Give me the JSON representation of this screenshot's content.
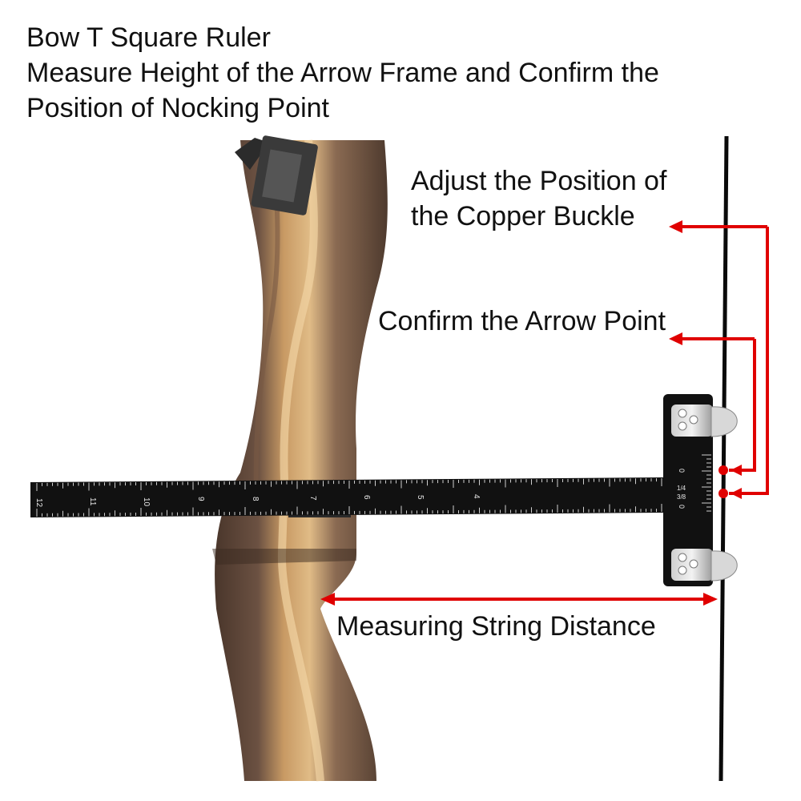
{
  "title": {
    "line1": "Bow T Square Ruler",
    "line2": "Measure Height of the Arrow Frame and Confirm the",
    "line3": "Position of Nocking Point"
  },
  "callouts": {
    "copper_buckle_line1": "Adjust the Position of",
    "copper_buckle_line2": "the Copper Buckle",
    "arrow_point": "Confirm the Arrow Point",
    "string_distance": "Measuring String Distance"
  },
  "ruler": {
    "inch_labels": [
      "12",
      "11",
      "10",
      "9",
      "8",
      "7",
      "6",
      "5",
      "4"
    ],
    "head_labels": [
      "0",
      "1/4",
      "3/8",
      "0"
    ]
  },
  "colors": {
    "arrow_red": "#e00000",
    "ruler_black": "#111111",
    "wood_dark": "#5a4132",
    "wood_light": "#d9b27c"
  }
}
